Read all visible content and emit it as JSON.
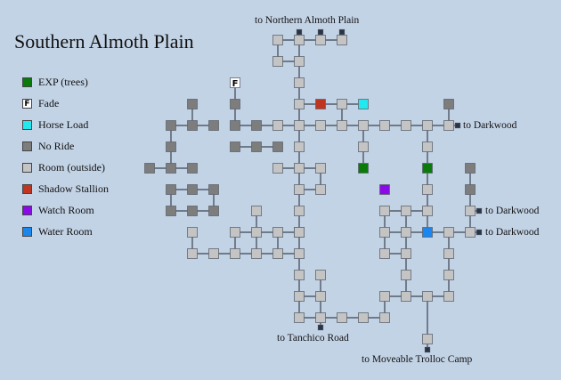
{
  "title": "Southern Almoth Plain",
  "legend": [
    {
      "label": "EXP (trees)",
      "type": "exp",
      "color": "#0a7a0a"
    },
    {
      "label": "Fade",
      "type": "fade",
      "color": "#ffffff",
      "glyph": "F"
    },
    {
      "label": "Horse Load",
      "type": "horse",
      "color": "#22e8ef"
    },
    {
      "label": "No Ride",
      "type": "noride",
      "color": "#7d7d7d"
    },
    {
      "label": "Room (outside)",
      "type": "room",
      "color": "#c4c4c4"
    },
    {
      "label": "Shadow Stallion",
      "type": "shadow",
      "color": "#c0351f"
    },
    {
      "label": "Watch Room",
      "type": "watch",
      "color": "#8a0ae8"
    },
    {
      "label": "Water Room",
      "type": "water",
      "color": "#1a86ee"
    }
  ],
  "exits": {
    "north": "to Northern Almoth Plain",
    "east1": "to Darkwood",
    "east2": "to Darkwood",
    "east3": "to Darkwood",
    "south1": "to Tanchico Road",
    "south2": "to Moveable Trolloc Camp"
  }
}
